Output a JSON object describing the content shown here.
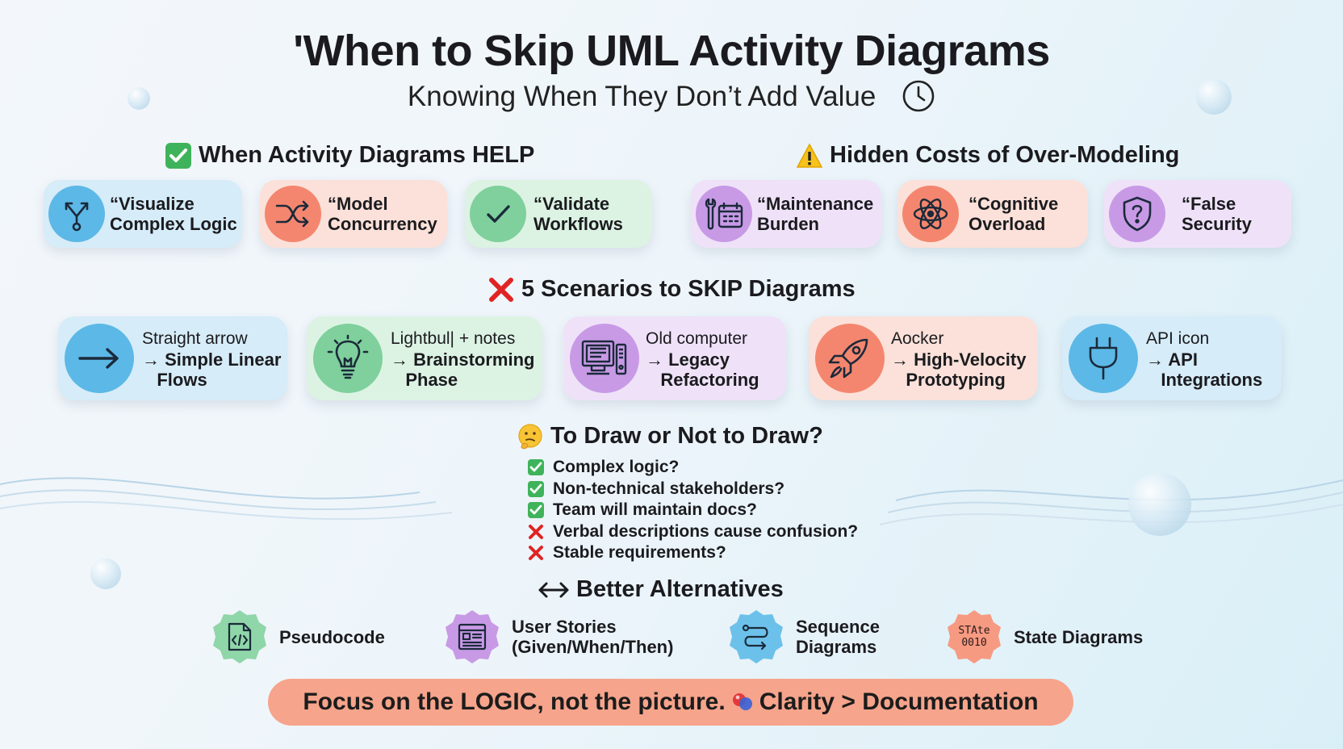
{
  "title": "'When to Skip UML Activity Diagrams",
  "subtitle": "Knowing When They Don’t Add Value",
  "help_section": {
    "heading": "When Activity Diagrams HELP",
    "cards": [
      {
        "label": "“Visualize\nComplex Logic",
        "icon": "branch-icon",
        "color": "#5cb8e6",
        "bg": "#d6ecf8"
      },
      {
        "label": "“Model\nConcurrency",
        "icon": "shuffle-icon",
        "color": "#f4866f",
        "bg": "#fbe1d9"
      },
      {
        "label": "“Validate\nWorkflows",
        "icon": "checkmark-icon",
        "color": "#7fd09c",
        "bg": "#dcf3e3"
      }
    ]
  },
  "costs_section": {
    "heading": "Hidden Costs of Over-Modeling",
    "cards": [
      {
        "label": "“Maintenance\nBurden",
        "icon": "wrench-calendar-icon",
        "color": "#c89ae6",
        "bg": "#efe2f8"
      },
      {
        "label": "“Cognitive\nOverload",
        "icon": "brain-icon",
        "color": "#f4866f",
        "bg": "#fbe1d9"
      },
      {
        "label": "“False\nSecurity",
        "icon": "shield-question-icon",
        "color": "#c89ae6",
        "bg": "#efe2f8"
      }
    ]
  },
  "skip_section": {
    "heading": "5 Scenarios to SKIP Diagrams",
    "cards": [
      {
        "top": "Straight arrow",
        "main": "→ Simple Linear\n   Flows",
        "icon": "arrow-right-icon",
        "color": "#5cb8e6",
        "bg": "#d6ecf8"
      },
      {
        "top": "Lightbul| + notes",
        "main": "→ Brainstorming\n   Phase",
        "icon": "lightbulb-icon",
        "color": "#7fd09c",
        "bg": "#dcf3e3"
      },
      {
        "top": "Old computer",
        "main": "→ Legacy\n   Refactoring",
        "icon": "computer-icon",
        "color": "#c89ae6",
        "bg": "#efe2f8"
      },
      {
        "top": "Aocker",
        "main": "→ High-Velocity\n   Prototyping",
        "icon": "rocket-icon",
        "color": "#f4866f",
        "bg": "#fbe1d9"
      },
      {
        "top": "API icon",
        "main": "→ API\n   Integrations",
        "icon": "plug-icon",
        "color": "#5cb8e6",
        "bg": "#d6ecf8"
      }
    ]
  },
  "decision_section": {
    "heading": "To Draw or Not to Draw?",
    "items": [
      {
        "text": "Complex logic?",
        "mark": "check"
      },
      {
        "text": "Non-technical stakeholders?",
        "mark": "check"
      },
      {
        "text": "Team will maintain docs?",
        "mark": "check"
      },
      {
        "text": "Verbal descriptions cause confusion?",
        "mark": "cross"
      },
      {
        "text": "Stable requirements?",
        "mark": "cross"
      }
    ]
  },
  "alternatives_section": {
    "heading": "Better Alternatives",
    "items": [
      {
        "label": "Pseudocode",
        "icon": "code-file-icon",
        "color": "#8fd6a8"
      },
      {
        "label": "User Stories\n(Given/When/Then)",
        "icon": "document-icon",
        "color": "#c89ae6"
      },
      {
        "label": "Sequence\nDiagrams",
        "icon": "sequence-icon",
        "color": "#6cc1ea"
      },
      {
        "label": "State Diagrams",
        "icon": "state-badge-icon",
        "color": "#f79a82",
        "badge_text_1": "STAte",
        "badge_text_2": "0010"
      }
    ]
  },
  "footer": {
    "part1": "Focus on the LOGIC, not the picture.",
    "part2": "Clarity > Documentation"
  }
}
